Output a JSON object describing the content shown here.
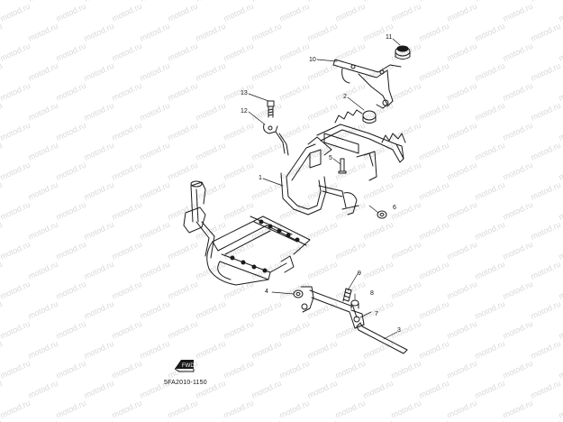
{
  "diagram": {
    "watermark_text": "motod.ru",
    "watermark_color": "#d9d9d9",
    "diagram_code": "5FA2010-1150",
    "forward_label": "FWD",
    "callouts": [
      {
        "id": "c11",
        "label": "11"
      },
      {
        "id": "c10",
        "label": "10"
      },
      {
        "id": "c2",
        "label": "2"
      },
      {
        "id": "c13",
        "label": "13"
      },
      {
        "id": "c12",
        "label": "12"
      },
      {
        "id": "c5",
        "label": "5"
      },
      {
        "id": "c1",
        "label": "1"
      },
      {
        "id": "c6",
        "label": "6"
      },
      {
        "id": "c9",
        "label": "9"
      },
      {
        "id": "c4",
        "label": "4"
      },
      {
        "id": "c8",
        "label": "8"
      },
      {
        "id": "c7",
        "label": "7"
      },
      {
        "id": "c3",
        "label": "3"
      }
    ]
  }
}
